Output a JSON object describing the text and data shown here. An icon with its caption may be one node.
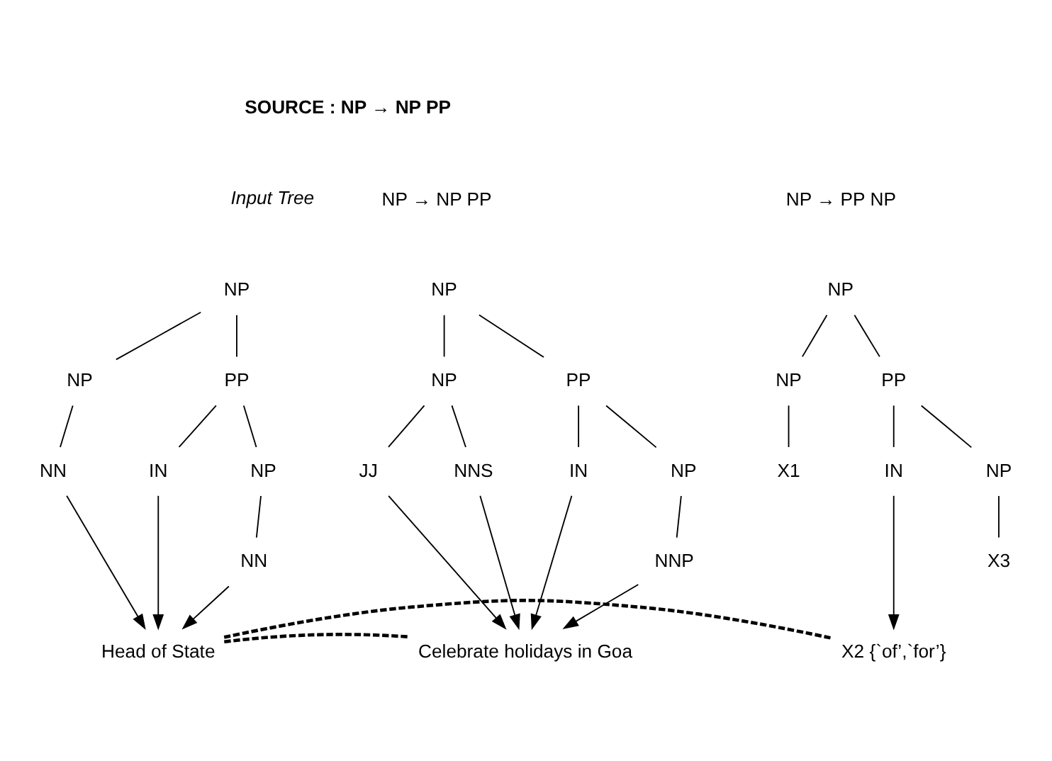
{
  "diagram": {
    "nodes": [
      {
        "text": [
          "NP"
        ]
      },
      {
        "text": [
          "NP"
        ]
      },
      {
        "text": [
          "PP"
        ]
      },
      {
        "text": [
          "NN"
        ]
      },
      {
        "text": [
          "IN"
        ]
      },
      {
        "text": [
          "NP"
        ]
      },
      {
        "text": [
          "NN"
        ]
      },
      {
        "text": [
          "Head of State"
        ]
      },
      {
        "text": [
          "NP"
        ]
      },
      {
        "text": [
          "NP"
        ]
      },
      {
        "text": [
          "PP"
        ]
      },
      {
        "text": [
          "JJ"
        ]
      },
      {
        "text": [
          "NNS"
        ]
      },
      {
        "text": [
          "IN"
        ]
      },
      {
        "text": [
          "NP"
        ]
      },
      {
        "text": [
          "NNP"
        ]
      },
      {
        "text": [
          "Celebrate holidays in Goa"
        ]
      },
      {
        "text": [
          "NP"
        ]
      },
      {
        "text": [
          "NP"
        ]
      },
      {
        "text": [
          "PP"
        ]
      },
      {
        "text": [
          "X1"
        ]
      },
      {
        "text": [
          "IN"
        ]
      },
      {
        "text": [
          "NP"
        ]
      },
      {
        "text": [
          "X3"
        ]
      },
      {
        "text": [
          "X2 {`of’,`for’}"
        ]
      }
    ],
    "edges": [
      {
        "from": 0,
        "to": 1,
        "arrow": "none"
      },
      {
        "from": 0,
        "to": 2,
        "arrow": "none"
      },
      {
        "from": 1,
        "to": 3,
        "arrow": "none"
      },
      {
        "from": 2,
        "to": 4,
        "arrow": "none"
      },
      {
        "from": 2,
        "to": 5,
        "arrow": "none"
      },
      {
        "from": 5,
        "to": 6,
        "arrow": "none"
      },
      {
        "from": 3,
        "to": 7,
        "arrow": "to"
      },
      {
        "from": 4,
        "to": 7,
        "arrow": "to"
      },
      {
        "from": 6,
        "to": 7,
        "arrow": "to"
      },
      {
        "from": 8,
        "to": 9,
        "arrow": "none"
      },
      {
        "from": 8,
        "to": 10,
        "arrow": "none"
      },
      {
        "from": 9,
        "to": 11,
        "arrow": "none"
      },
      {
        "from": 9,
        "to": 12,
        "arrow": "none"
      },
      {
        "from": 10,
        "to": 13,
        "arrow": "none"
      },
      {
        "from": 10,
        "to": 14,
        "arrow": "none"
      },
      {
        "from": 14,
        "to": 15,
        "arrow": "none"
      },
      {
        "from": 11,
        "to": 16,
        "arrow": "to"
      },
      {
        "from": 12,
        "to": 16,
        "arrow": "to"
      },
      {
        "from": 13,
        "to": 16,
        "arrow": "to"
      },
      {
        "from": 15,
        "to": 16,
        "arrow": "to"
      },
      {
        "from": 17,
        "to": 18,
        "arrow": "none"
      },
      {
        "from": 17,
        "to": 19,
        "arrow": "none"
      },
      {
        "from": 18,
        "to": 20,
        "arrow": "none"
      },
      {
        "from": 19,
        "to": 21,
        "arrow": "none"
      },
      {
        "from": 19,
        "to": 22,
        "arrow": "none"
      },
      {
        "from": 22,
        "to": 23,
        "arrow": "none"
      },
      {
        "from": 21,
        "to": 24,
        "arrow": "to"
      },
      {
        "from": 7,
        "to": 16,
        "arrow": "none",
        "style": "dashed"
      },
      {
        "from": 7,
        "to": 24,
        "arrow": "none",
        "style": "dashed"
      }
    ],
    "labels": [
      "SOURCE : NP → NP PP",
      "Input Tree",
      "NP → NP PP",
      "NP → PP NP"
    ]
  }
}
